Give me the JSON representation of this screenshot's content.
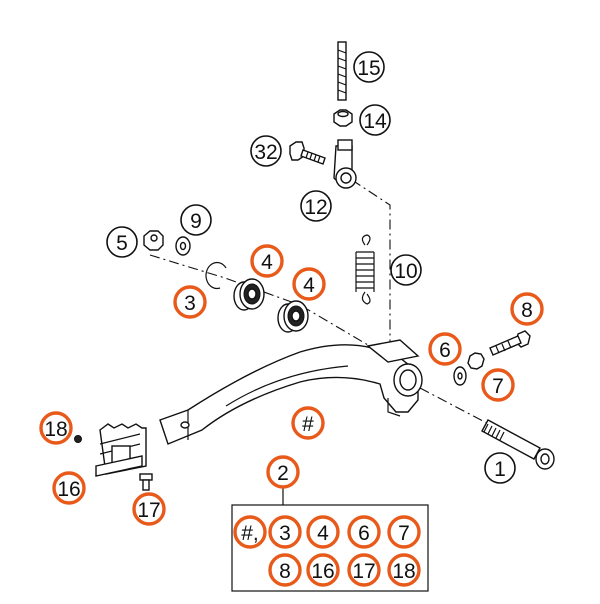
{
  "colors": {
    "highlight": "#e8591a",
    "line": "#111111"
  },
  "callouts": {
    "c15": "15",
    "c14": "14",
    "c32": "32",
    "c12": "12",
    "c9": "9",
    "c5": "5",
    "c4a": "4",
    "c4b": "4",
    "c3": "3",
    "c10": "10",
    "c8": "8",
    "c6": "6",
    "c7": "7",
    "c1": "1",
    "c_hash": "#",
    "c18": "18",
    "c16": "16",
    "c17": "17",
    "c2": "2"
  },
  "kit": {
    "row1": [
      "#,",
      "3",
      "4",
      "6",
      "7"
    ],
    "row2": [
      "8",
      "16",
      "17",
      "18"
    ]
  }
}
